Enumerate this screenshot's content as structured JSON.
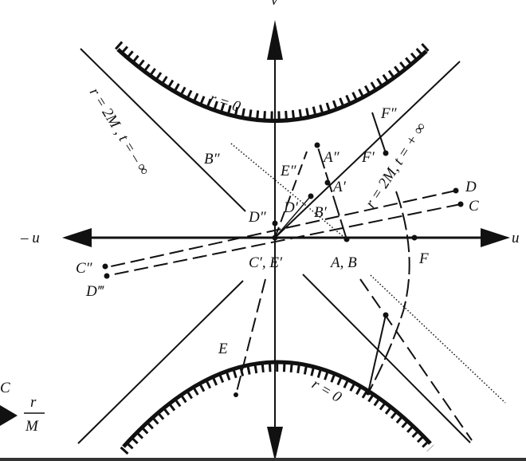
{
  "axes": {
    "v_label": "v",
    "u_label": "u",
    "neg_u_label": "– u"
  },
  "curves": {
    "top_singularity": "r = 0",
    "bottom_singularity": "r = 0",
    "horizon_left": "r = 2M , t = – ∞",
    "horizon_right": "r = 2M, t = + ∞"
  },
  "points": {
    "A_B": "A, B",
    "A1": "A′",
    "A2": "A″",
    "B1": "B′",
    "B2": "B″",
    "C": "C",
    "C2": "C″",
    "C1_E1": "C′, E′",
    "D": "D",
    "D1": "D′",
    "D2": "D″",
    "D3": "D‴",
    "E": "E",
    "E2": "E″",
    "F": "F",
    "F1": "F′",
    "F2": "F″"
  },
  "margin": {
    "c_label": "C",
    "r_num": "r",
    "r_den": "M"
  }
}
